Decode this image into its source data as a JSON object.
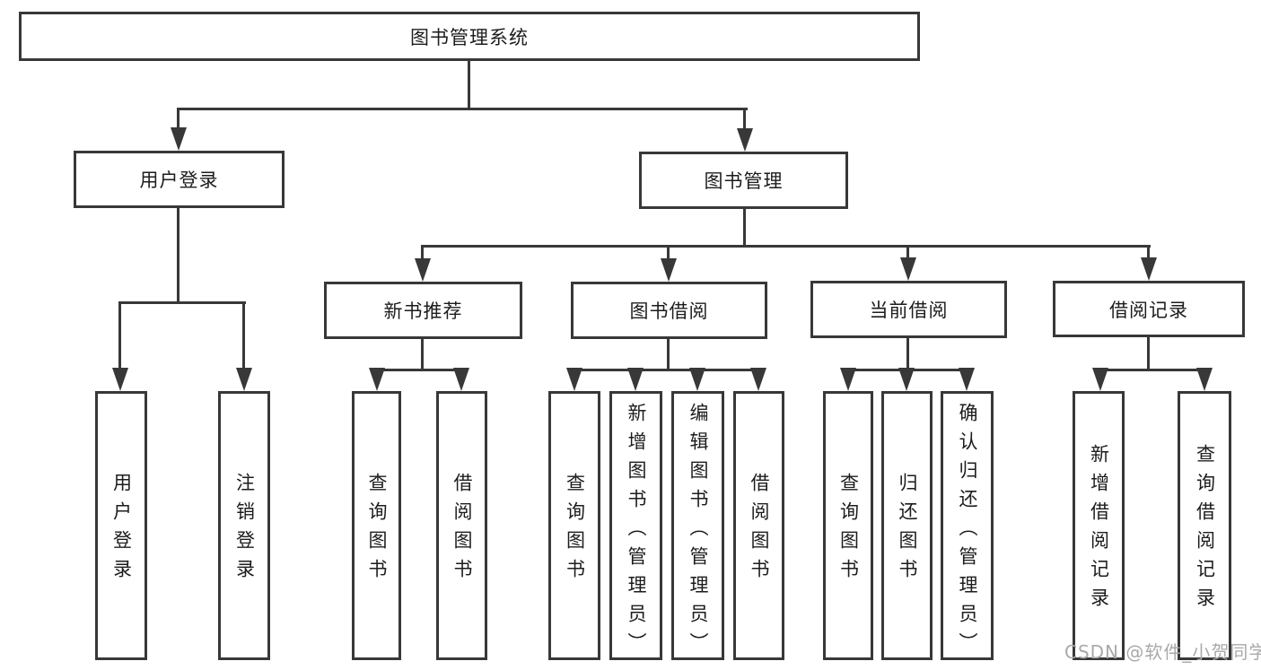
{
  "diagram": {
    "type": "hierarchy",
    "tree": {
      "label": "图书管理系统",
      "children": [
        {
          "label": "用户登录",
          "children": [
            {
              "label": "用户登录"
            },
            {
              "label": "注销登录"
            }
          ]
        },
        {
          "label": "图书管理",
          "children": [
            {
              "label": "新书推荐",
              "children": [
                {
                  "label": "查询图书"
                },
                {
                  "label": "借阅图书"
                }
              ]
            },
            {
              "label": "图书借阅",
              "children": [
                {
                  "label": "查询图书"
                },
                {
                  "label": "新增图书（管理员）"
                },
                {
                  "label": "编辑图书（管理员）"
                },
                {
                  "label": "借阅图书"
                }
              ]
            },
            {
              "label": "当前借阅",
              "children": [
                {
                  "label": "查询图书"
                },
                {
                  "label": "归还图书"
                },
                {
                  "label": "确认归还（管理员）"
                }
              ]
            },
            {
              "label": "借阅记录",
              "children": [
                {
                  "label": "新增借阅记录"
                },
                {
                  "label": "查询借阅记录"
                }
              ]
            }
          ]
        }
      ]
    }
  },
  "watermark": {
    "text": "CSDN @软件_小贺同学"
  },
  "colors": {
    "line": "#383838",
    "text": "#1c1c1c",
    "watermark_color": "#a9a9a9",
    "background": "#ffffff"
  }
}
